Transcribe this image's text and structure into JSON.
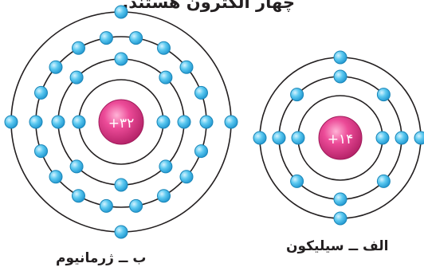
{
  "header": {
    "text": "چهار الکترون هستند."
  },
  "germanium": {
    "nucleus_label": "+۳۲",
    "caption": "ب ــ ژرمانیوم",
    "shells": [
      2,
      8,
      18,
      4
    ]
  },
  "silicon": {
    "nucleus_label": "+۱۴",
    "caption": "الف ــ سیلیکون",
    "shells": [
      2,
      8,
      4
    ]
  },
  "colors": {
    "electron": "#38b9e8",
    "electron_stroke": "#1a86b8",
    "nucleus": "#e63d8c",
    "nucleus_dark": "#b01f64",
    "orbit": "#231f20"
  }
}
